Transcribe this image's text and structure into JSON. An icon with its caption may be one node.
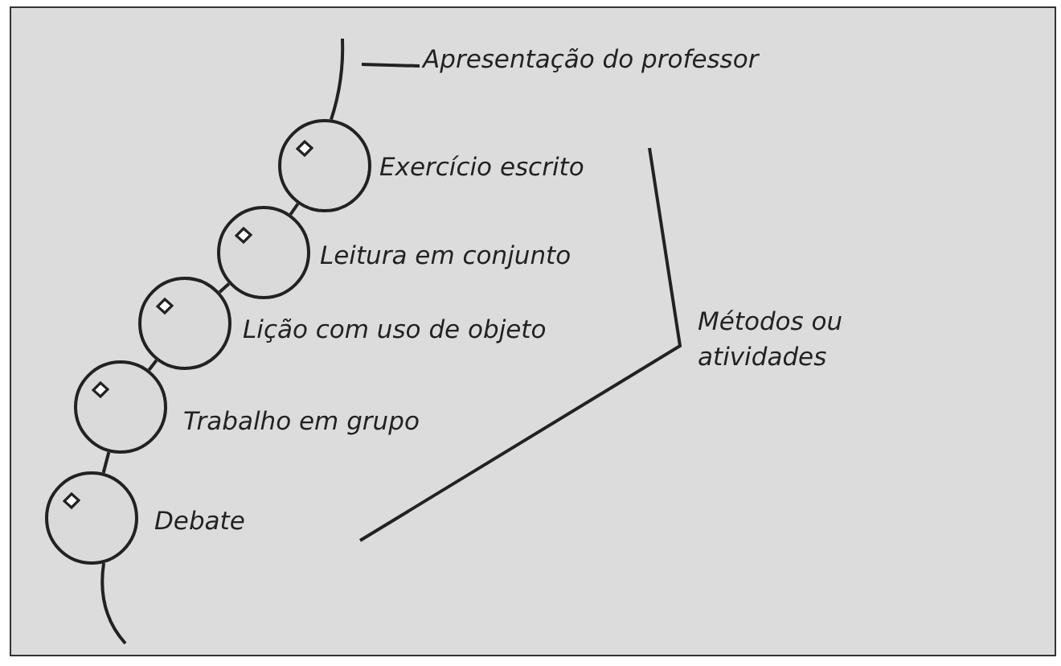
{
  "diagram": {
    "nodes": [
      {
        "text": [
          "Apresentação do professor"
        ]
      },
      {
        "text": [],
        "shape": "circle",
        "beside": [
          "Exercício escrito"
        ]
      },
      {
        "text": [],
        "shape": "circle",
        "beside": [
          "Leitura em conjunto"
        ]
      },
      {
        "text": [],
        "shape": "circle",
        "beside": [
          "Lição com uso de objeto"
        ]
      },
      {
        "text": [],
        "shape": "circle",
        "beside": [
          "Trabalho em grupo"
        ]
      },
      {
        "text": [],
        "shape": "circle",
        "beside": [
          "Debate"
        ]
      }
    ],
    "edges": [
      {
        "from": null,
        "to": 1,
        "arrow": "none"
      },
      {
        "from": 1,
        "to": 2,
        "arrow": "none"
      },
      {
        "from": 2,
        "to": 3,
        "arrow": "none"
      },
      {
        "from": 3,
        "to": 4,
        "arrow": "none"
      },
      {
        "from": 4,
        "to": 5,
        "arrow": "none"
      },
      {
        "from": 5,
        "to": null,
        "arrow": "none"
      },
      {
        "from": 0,
        "to": null,
        "arrow": "none"
      }
    ],
    "labels": [
      "Métodos ou atividades"
    ]
  }
}
